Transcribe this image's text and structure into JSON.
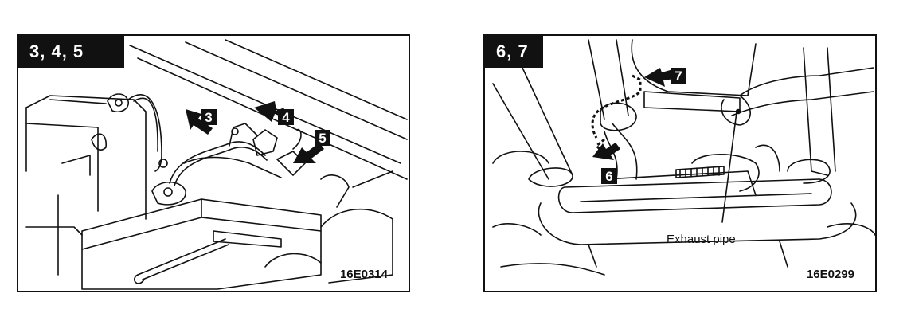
{
  "figures": [
    {
      "tab_label": "3, 4, 5",
      "figure_code": "16E0314",
      "callouts": [
        "3",
        "4",
        "5"
      ]
    },
    {
      "tab_label": "6, 7",
      "figure_code": "16E0299",
      "callouts": [
        "6",
        "7"
      ],
      "annotation": "Exhaust pipe"
    }
  ]
}
